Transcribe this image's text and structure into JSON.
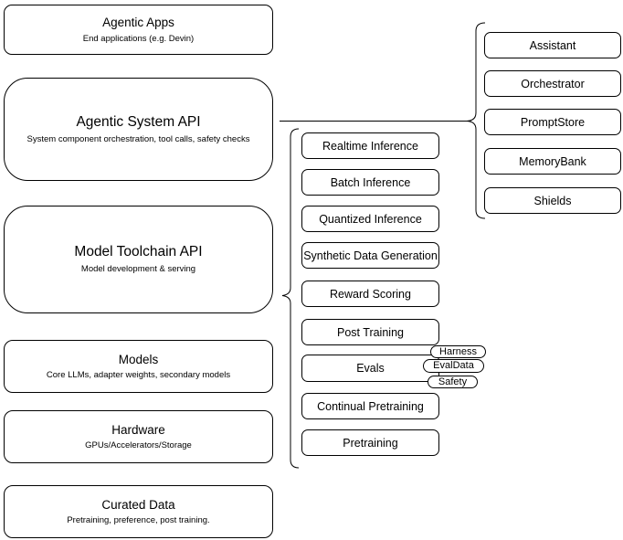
{
  "diagram": {
    "stack": [
      {
        "title": "Agentic Apps",
        "subtitle": "End applications (e.g. Devin)"
      },
      {
        "title": "Agentic System API",
        "subtitle": "System component orchestration, tool calls, safety checks"
      },
      {
        "title": "Model Toolchain API",
        "subtitle": "Model development & serving"
      },
      {
        "title": "Models",
        "subtitle": "Core LLMs, adapter weights, secondary models"
      },
      {
        "title": "Hardware",
        "subtitle": "GPUs/Accelerators/Storage"
      },
      {
        "title": "Curated Data",
        "subtitle": "Pretraining, preference, post training."
      }
    ],
    "toolchain_items": [
      {
        "label": "Realtime Inference"
      },
      {
        "label": "Batch Inference"
      },
      {
        "label": "Quantized Inference"
      },
      {
        "label": "Synthetic Data Generation"
      },
      {
        "label": "Reward Scoring"
      },
      {
        "label": "Post Training"
      },
      {
        "label": "Evals"
      },
      {
        "label": "Continual Pretraining"
      },
      {
        "label": "Pretraining"
      }
    ],
    "eval_tags": [
      {
        "label": "Harness"
      },
      {
        "label": "EvalData"
      },
      {
        "label": "Safety"
      }
    ],
    "system_items": [
      {
        "label": "Assistant"
      },
      {
        "label": "Orchestrator"
      },
      {
        "label": "PromptStore"
      },
      {
        "label": "MemoryBank"
      },
      {
        "label": "Shields"
      }
    ],
    "colors": {
      "stroke": "#000000",
      "fill": "#ffffff",
      "text": "#000000"
    }
  }
}
